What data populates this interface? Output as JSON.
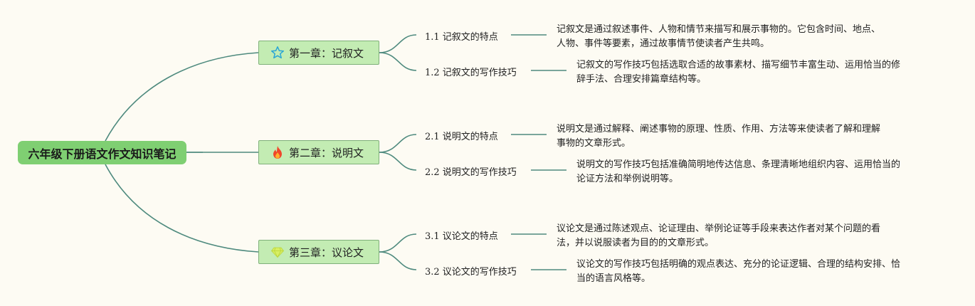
{
  "root": {
    "title": "六年级下册语文作文知识笔记"
  },
  "chapters": [
    {
      "title": "第一章：记叙文",
      "icon": "star-outline-icon",
      "subs": [
        {
          "title": "1.1 记叙文的特点",
          "desc": [
            "记叙文是通过叙述事件、人物和情节来描写和展示事物的。它包含时间、地点、",
            "人物、事件等要素，通过故事情节使读者产生共鸣。"
          ]
        },
        {
          "title": "1.2 记叙文的写作技巧",
          "desc": [
            "记叙文的写作技巧包括选取合适的故事素材、描写细节丰富生动、运用恰当的修",
            "辞手法、合理安排篇章结构等。"
          ]
        }
      ]
    },
    {
      "title": "第二章：说明文",
      "icon": "fire-icon",
      "subs": [
        {
          "title": "2.1 说明文的特点",
          "desc": [
            "说明文是通过解释、阐述事物的原理、性质、作用、方法等来使读者了解和理解",
            "事物的文章形式。"
          ]
        },
        {
          "title": "2.2 说明文的写作技巧",
          "desc": [
            "说明文的写作技巧包括准确简明地传达信息、条理清晰地组织内容、运用恰当的",
            "论证方法和举例说明等。"
          ]
        }
      ]
    },
    {
      "title": "第三章：议论文",
      "icon": "gem-icon",
      "subs": [
        {
          "title": "3.1 议论文的特点",
          "desc": [
            "议论文是通过陈述观点、论证理由、举例论证等手段来表达作者对某个问题的看",
            "法，并以说服读者为目的的文章形式。"
          ]
        },
        {
          "title": "3.2 议论文的写作技巧",
          "desc": [
            "议论文的写作技巧包括明确的观点表达、充分的论证逻辑、合理的结构安排、恰",
            "当的语言风格等。"
          ]
        }
      ]
    }
  ],
  "colors": {
    "background": "#fdfbf3",
    "root_fill": "#7fcf72",
    "chapter_fill": "#c3ecb3",
    "connector": "#4e8a7e"
  }
}
